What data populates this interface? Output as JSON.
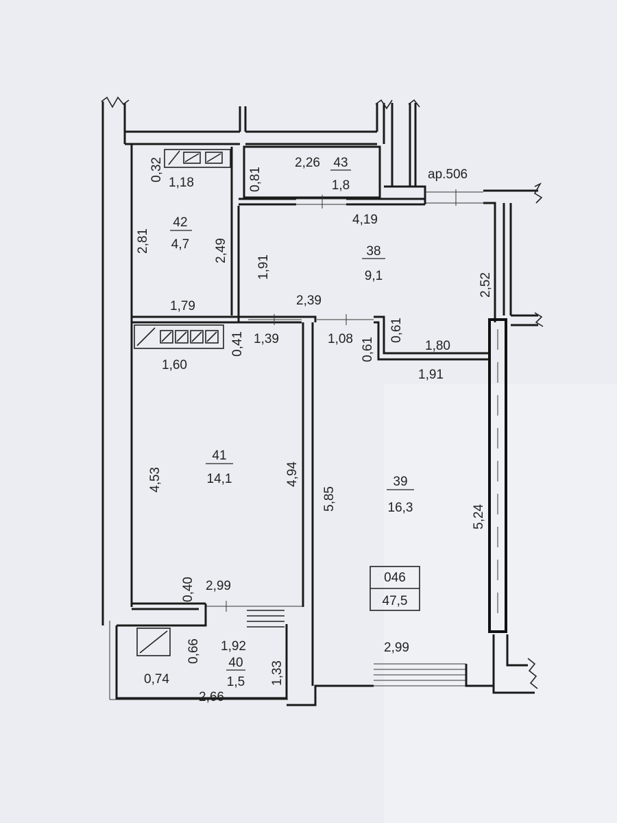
{
  "apartment": {
    "number": "046",
    "total_area": "47,5",
    "axis_label": "ар.506"
  },
  "rooms": [
    {
      "id": "42",
      "area": "4,7"
    },
    {
      "id": "43",
      "area": "1,8"
    },
    {
      "id": "38",
      "area": "9,1"
    },
    {
      "id": "41",
      "area": "14,1"
    },
    {
      "id": "39",
      "area": "16,3"
    },
    {
      "id": "40",
      "area": "1,5"
    }
  ],
  "dimensions": {
    "d_0_32": "0,32",
    "d_1_18": "1,18",
    "d_0_81": "0,81",
    "d_2_26": "2,26",
    "d_2_81": "2,81",
    "d_2_49": "2,49",
    "d_1_91_v": "1,91",
    "d_4_19": "4,19",
    "d_2_52": "2,52",
    "d_1_79": "1,79",
    "d_2_39": "2,39",
    "d_0_41": "0,41",
    "d_1_39": "1,39",
    "d_1_08": "1,08",
    "d_0_61_a": "0,61",
    "d_0_61_b": "0,61",
    "d_1_80": "1,80",
    "d_1_60": "1,60",
    "d_1_91_h": "1,91",
    "d_4_53": "4,53",
    "d_4_94": "4,94",
    "d_5_85": "5,85",
    "d_5_24": "5,24",
    "d_0_40": "0,40",
    "d_2_99_a": "2,99",
    "d_0_66": "0,66",
    "d_1_92": "1,92",
    "d_1_33": "1,33",
    "d_0_74": "0,74",
    "d_2_66": "2,66",
    "d_2_99_b": "2,99"
  }
}
